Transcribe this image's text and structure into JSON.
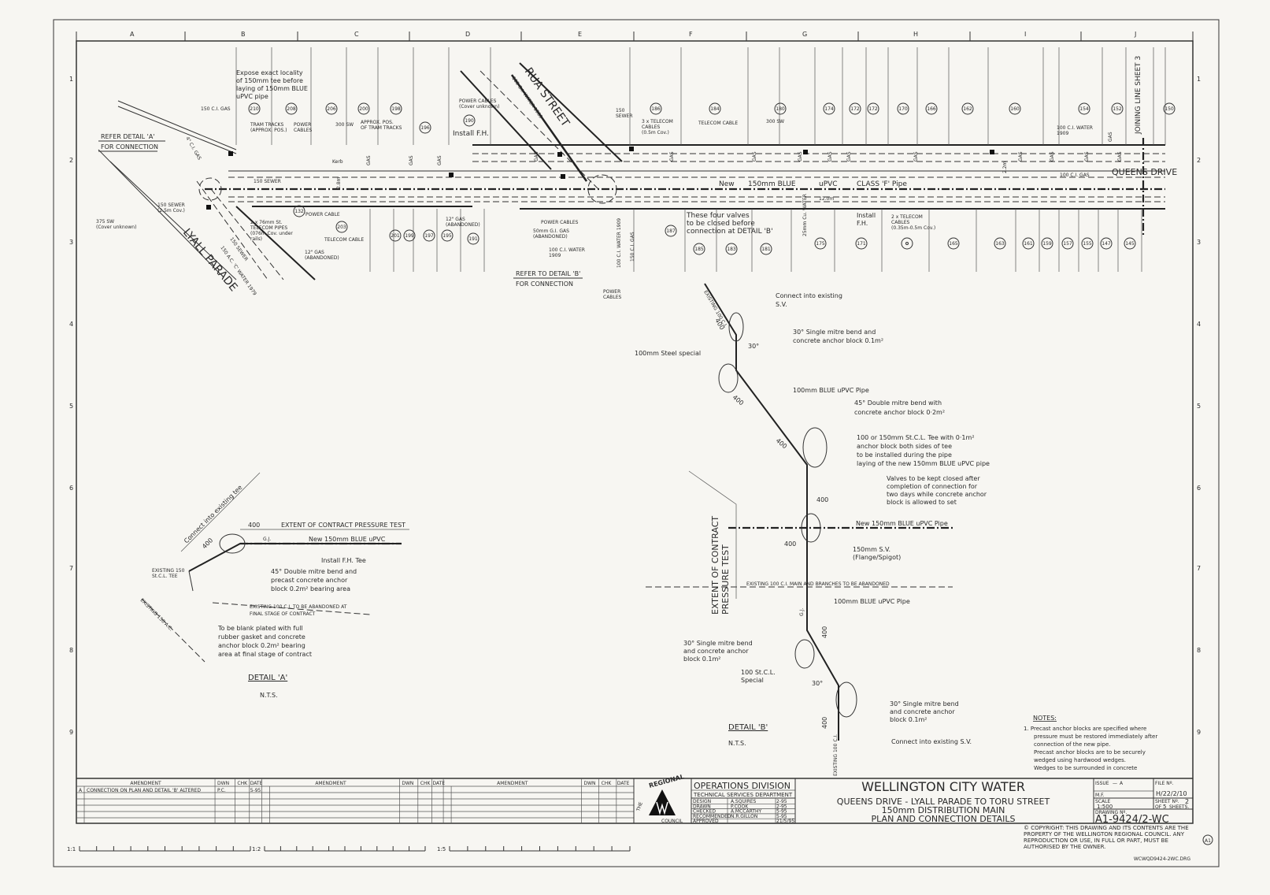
{
  "grid": {
    "columns": [
      "A",
      "B",
      "C",
      "D",
      "E",
      "F",
      "G",
      "H",
      "I",
      "J"
    ],
    "rows": [
      "1",
      "2",
      "3",
      "4",
      "5",
      "6",
      "7",
      "8",
      "9"
    ]
  },
  "plan": {
    "streets": {
      "queens": "QUEENS DRIVE",
      "lyall": "LYALL PARADE",
      "rua": "RUA STREET"
    },
    "joining_line": "JOINING LINE SHEET 3",
    "top_lots": [
      "210",
      "208",
      "206",
      "200",
      "198",
      "196",
      "190",
      "186",
      "184",
      "180",
      "174",
      "172",
      "172",
      "170",
      "166",
      "162",
      "160",
      "154",
      "152",
      "150"
    ],
    "bottom_lots": [
      "132",
      "203",
      "201",
      "199",
      "197",
      "195",
      "191",
      "187",
      "185",
      "183",
      "181",
      "175",
      "171",
      "",
      "165",
      "163",
      "161",
      "159",
      "157",
      "155",
      "147",
      "145"
    ],
    "labels": {
      "expose": [
        "Expose exact locality",
        "of 150mm tee before",
        "laying of 150mm BLUE",
        "uPVC pipe"
      ],
      "refer_a": [
        "REFER DETAIL 'A'",
        "FOR CONNECTION"
      ],
      "refer_b": [
        "REFER TO DETAIL 'B'",
        "FOR CONNECTION"
      ],
      "ci_gas_150": "150 C.I. GAS",
      "gas_4": "4\" C.I. GAS",
      "tram_tracks": [
        "TRAM TRACKS",
        "(APPROX. POS.)"
      ],
      "power_cables": [
        "POWER",
        "CABLES"
      ],
      "sw_300": "300 SW",
      "approx_tram": [
        "APPROX. POS.",
        "OF TRAM TRACKS"
      ],
      "power_cables_unknown": [
        "POWER CABLES",
        "(Cover unknown)"
      ],
      "install_fh": "Install F.H.",
      "sewer_150": "150 SEWER",
      "kerb": "Kerb",
      "gas": "GAS",
      "sewer_150_cov": [
        "150 SEWER",
        "(2.5m Cov.)"
      ],
      "sw_375": [
        "375 SW",
        "(Cover unknown)"
      ],
      "telecom_pipes": [
        "2 x 76mm St.",
        "TELECOM PIPES",
        "(076m Cov. under",
        "rails)"
      ],
      "power_cable": "POWER CABLE",
      "telecom_cable": "TELECOM CABLE",
      "gas_abandoned": [
        "12\" GAS",
        "(ABANDONED)"
      ],
      "lyall_sewer": "150 SEWER",
      "lyall_water": "150 A.C. 'C' WATER 1979",
      "rua_water": "100 C.I. WATER 1909",
      "power_cables2": "POWER CABLES",
      "gi_gas_50": [
        "50mm G.I. GAS",
        "(ABANDONED)"
      ],
      "ci_water_100": [
        "100 C.I. WATER",
        "1909"
      ],
      "v_water": "100 C.I. WATER 1909",
      "v_gas": "150 C.I. GAS",
      "power_cables_bottom": [
        "POWER",
        "CABLES"
      ],
      "sewer_150_top": [
        "150",
        "SEWER"
      ],
      "telecom_3x": [
        "3 x TELECOM",
        "CABLES",
        "(0.5m Cov.)"
      ],
      "telecom_cable2": "TELECOM CABLE",
      "sw_300b": "300 SW",
      "four_valves": [
        "These four valves",
        "to be closed before",
        "connection at DETAIL 'B'"
      ],
      "new_pipe": [
        "New",
        "150mm BLUE",
        "uPVC",
        "CLASS 'F' Pipe"
      ],
      "dim_12": "12.0m",
      "dim_22": "2.2m",
      "dim_28": "2.8m",
      "cu_water": "25mm Cu. WATER",
      "install_fh2": [
        "Install",
        "F.H."
      ],
      "telecom_2x": [
        "2 x TELECOM",
        "CABLES",
        "(0.35m-0.5m Cov.)"
      ],
      "ci_water_right": [
        "100 C.I. WATER",
        "1909"
      ],
      "ci_gas_100": "100 C.I. GAS"
    }
  },
  "detail_a": {
    "title": "DETAIL 'A'",
    "nts": "N.T.S.",
    "connect": "Connect into existing tee",
    "dim": "400",
    "extent": "EXTENT OF CONTRACT PRESSURE TEST",
    "gj": "G.J.",
    "new_pipe": "New 150mm BLUE uPVC",
    "install_fh_tee": "Install F.H. Tee",
    "bend": [
      "45° Double mitre bend and",
      "precast concrete anchor",
      "block 0.2m² bearing area"
    ],
    "existing_tee": [
      "EXISTING 150",
      "St.C.L. TEE"
    ],
    "existing_ac": "EXISTING 150 A.C.",
    "abandoned": [
      "EXISTING 100 C.I. TO BE ABANDONED AT",
      "FINAL STAGE OF CONTRACT"
    ],
    "blank": [
      "To be blank plated with full",
      "rubber gasket and concrete",
      "anchor block 0.2m² bearing",
      "area at final stage of contract"
    ]
  },
  "detail_b": {
    "title": "DETAIL 'B'",
    "nts": "N.T.S.",
    "existing_top": "EXISTING 100 C.I.",
    "connect_top": [
      "Connect into existing",
      "S.V."
    ],
    "bend30_top": [
      "30° Single mitre bend and",
      "concrete anchor block 0.1m²"
    ],
    "steel_special": "100mm Steel special",
    "angle": "30°",
    "dim": "400",
    "blue_pipe": "100mm BLUE uPVC Pipe",
    "bend45": [
      "45° Double mitre bend with",
      "concrete anchor block 0·2m²"
    ],
    "tee": [
      "100 or 150mm St.C.L. Tee with 0·1m²",
      "anchor block both sides of tee",
      "to be installed during the pipe",
      "laying of the new 150mm BLUE uPVC pipe"
    ],
    "valves": [
      "Valves to be kept closed after",
      "completion of connection for",
      "two days while concrete anchor",
      "block is allowed to set"
    ],
    "new_pipe": "New 150mm  BLUE uPVC Pipe",
    "sv": [
      "150mm S.V.",
      "(Flange/Spigot)"
    ],
    "extent": [
      "EXTENT OF CONTRACT",
      "PRESSURE TEST"
    ],
    "existing_main": "EXISTING 100 C.I. MAIN      AND BRANCHES TO BE ABANDONED",
    "blue_pipe2": "100mm BLUE uPVC Pipe",
    "gj": "G.J.",
    "bend30_mid": [
      "30° Single mitre bend",
      "and concrete anchor",
      "block 0.1m²"
    ],
    "stcl_special": [
      "100 St.C.L.",
      "Special"
    ],
    "bend30_low": [
      "30° Single mitre bend",
      "and concrete anchor",
      "block 0.1m²"
    ],
    "connect_bottom": "Connect into existing S.V.",
    "existing_bottom": "EXISTING 100 C.I."
  },
  "notes": {
    "heading": "NOTES:",
    "items": [
      "1.  Precast anchor blocks are specified where",
      "pressure must be restored immediately after",
      "connection of the new pipe.",
      "Precast anchor blocks are to be securely",
      "wedged using hardwood wedges.",
      "Wedges to be surrounded in concrete"
    ]
  },
  "amendments": {
    "headers": [
      "AMENDMENT",
      "DWN",
      "CHK",
      "DATE"
    ],
    "rows": [
      {
        "issue": "A",
        "text": "CONNECTION ON PLAN AND DETAIL 'B' ALTERED",
        "dwn": "P.C.",
        "date": "5-95"
      }
    ]
  },
  "logo": {
    "text": "THE REGIONAL COUNCIL",
    "top": "REGIONAL",
    "the": "THE",
    "bottom": "COUNCIL"
  },
  "division": {
    "title": "OPERATIONS DIVISION",
    "subtitle": "TECHNICAL SERVICES DEPARTMENT",
    "rows": [
      {
        "role": "DESIGN",
        "name": "A.SQUIRES",
        "date": "2-95"
      },
      {
        "role": "DRAWN",
        "name": "P.COOK",
        "date": "2-95"
      },
      {
        "role": "CHECKED",
        "name": "A.MCCARTHY",
        "date": "5-95"
      },
      {
        "role": "RECOMMENDED",
        "name": "N.R.GILLON",
        "date": "5-95"
      },
      {
        "role": "APPROVED",
        "name": "",
        "date": "21/5/95"
      }
    ]
  },
  "title_block": {
    "org": "WELLINGTON CITY WATER",
    "line1": "QUEENS DRIVE - LYALL PARADE TO TORU STREET",
    "line2": "150mm DISTRIBUTION MAIN",
    "line3": "PLAN AND CONNECTION DETAILS"
  },
  "info": {
    "issue_label": "ISSUE",
    "issue_value": "A",
    "issue_dash": "—",
    "mf_label": "M.F.",
    "file_label": "FILE Nº.",
    "file_value": "H/22/2/10",
    "scale_label": "SCALE",
    "scale_value": "1:500",
    "sheet_label": "SHEET Nº.",
    "sheet_value": "2",
    "of_label": "OF",
    "of_value": "5",
    "sheets_label": "SHEETS.",
    "drawing_label": "DRAWING Nº.",
    "drawing_value": "A1-9424/2-WC"
  },
  "copyright": "© COPYRIGHT: THIS DRAWING AND ITS CONTENTS ARE THE PROPERTY OF THE WELLINGTON REGIONAL COUNCIL. ANY REPRODUCTION OR USE, IN FULL OR PART, MUST BE AUTHORISED BY THE OWNER.",
  "scales": [
    "1:1",
    "1:2",
    "1:5"
  ],
  "file_ref": "WCWQD9424-2WC.DRG",
  "sheet_mark": "A1"
}
